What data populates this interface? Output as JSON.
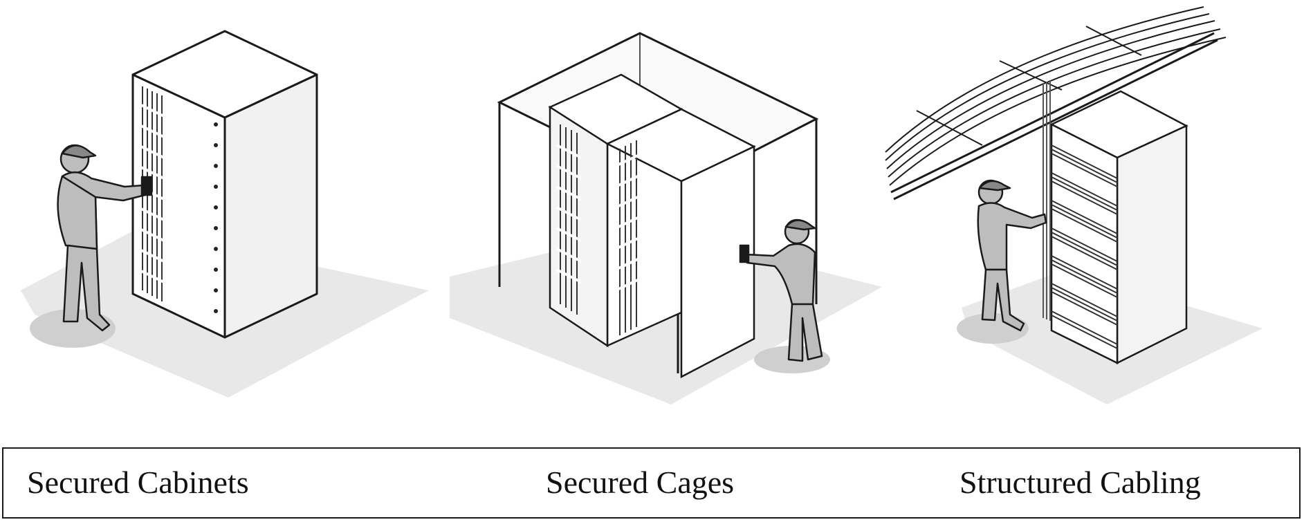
{
  "captions": {
    "cabinets": "Secured Cabinets",
    "cages": "Secured Cages",
    "cabling": "Structured Cabling"
  },
  "colors": {
    "line": "#1a1a1a",
    "shadow": "#e6e6e6",
    "person": "#bdbdbd",
    "side_panel": "#f2f2f2"
  },
  "icons": [
    "person-icon",
    "server-cabinet-icon",
    "cage-fence-icon",
    "cable-tray-icon"
  ]
}
